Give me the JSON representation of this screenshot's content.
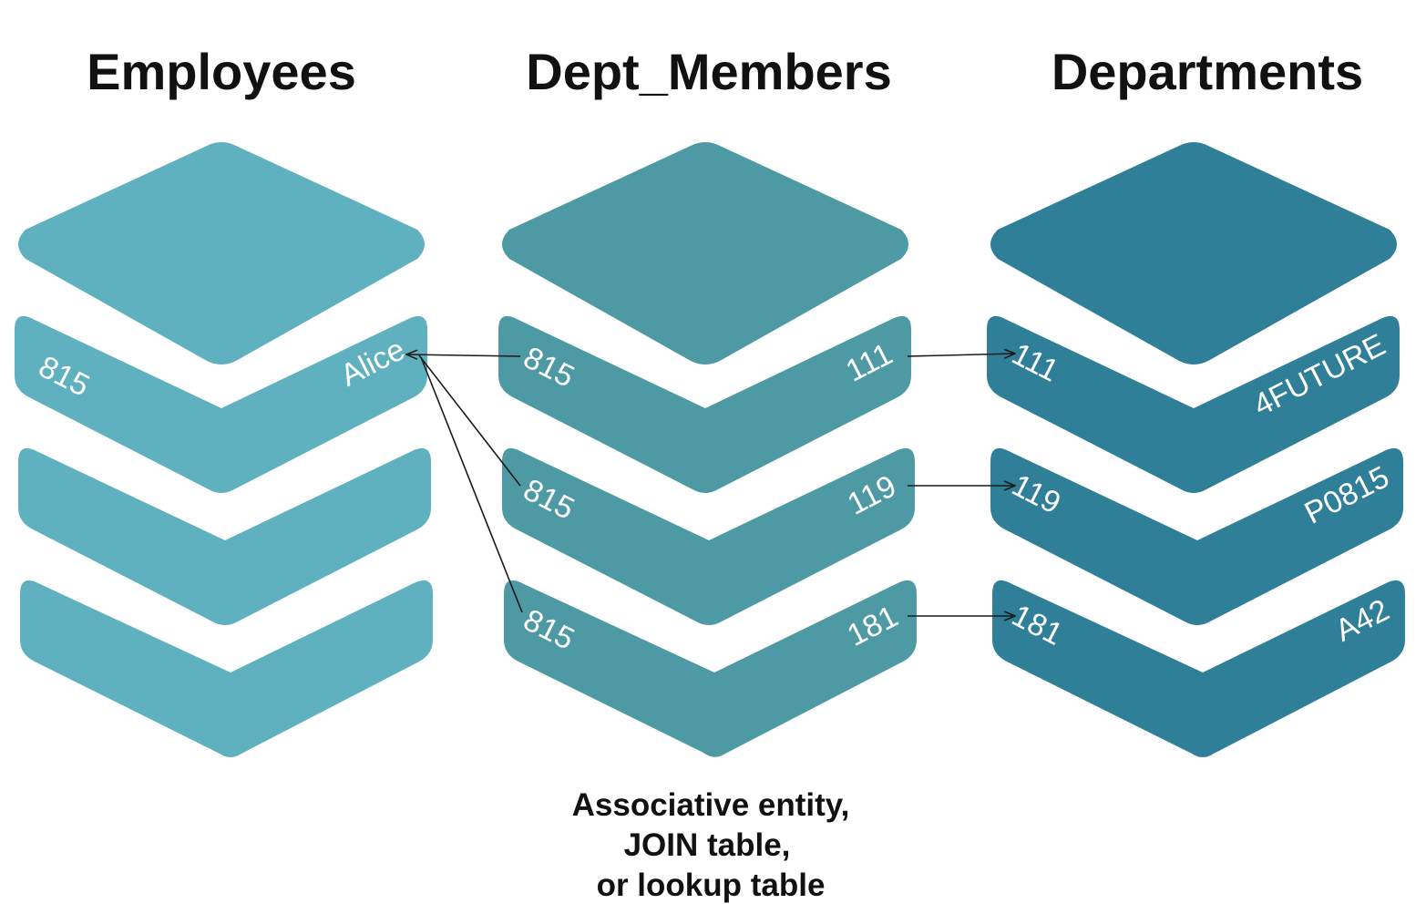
{
  "colors": {
    "employees": "#5fb1bf",
    "dept_members": "#4d99a4",
    "departments": "#2f7f99",
    "text": "#111111",
    "cell_text": "#ffffff",
    "arrow": "#1a1a1a"
  },
  "tables": {
    "employees": {
      "title": "Employees",
      "rows": [
        {
          "left": "815",
          "right": "Alice"
        },
        {
          "left": "",
          "right": ""
        },
        {
          "left": "",
          "right": ""
        }
      ]
    },
    "dept_members": {
      "title": "Dept_Members",
      "rows": [
        {
          "left": "815",
          "right": "111"
        },
        {
          "left": "815",
          "right": "119"
        },
        {
          "left": "815",
          "right": "181"
        }
      ]
    },
    "departments": {
      "title": "Departments",
      "rows": [
        {
          "left": "111",
          "right": "4FUTURE"
        },
        {
          "left": "119",
          "right": "P0815"
        },
        {
          "left": "181",
          "right": "A42"
        }
      ]
    }
  },
  "caption": {
    "line1": "Associative entity,",
    "line2": "JOIN table,",
    "line3": "or lookup table"
  }
}
